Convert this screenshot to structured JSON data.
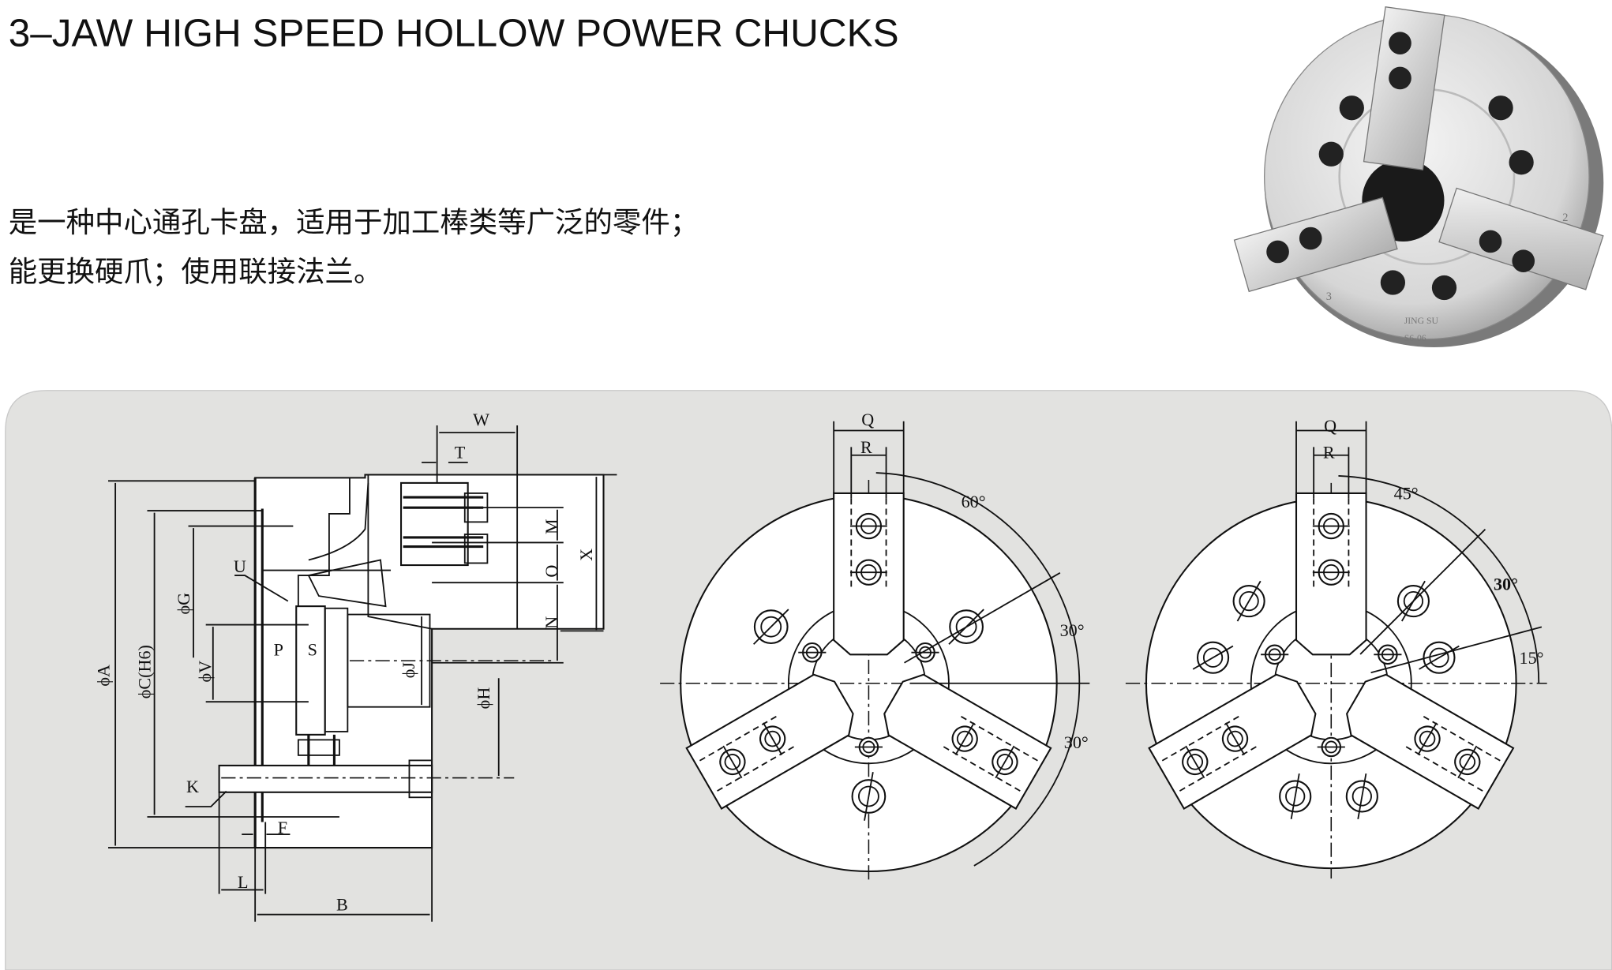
{
  "header": {
    "title": "3–JAW HIGH SPEED HOLLOW POWER CHUCKS",
    "description_lines": [
      "是一种中心通孔卡盘，适用于加工棒类等广泛的零件；",
      "能更换硬爪；使用联接法兰。"
    ]
  },
  "photo": {
    "lettering": [
      "JING SU",
      "S6-06",
      "2",
      "3"
    ]
  },
  "side_view": {
    "labels": {
      "W": "W",
      "T": "T",
      "U": "U",
      "G": "ϕG",
      "V": "ϕV",
      "P": "P",
      "S": "S",
      "J": "ϕJ",
      "A": "ϕA",
      "C": "ϕC(H6)",
      "H": "ϕH",
      "M": "M",
      "O": "O",
      "N": "N",
      "X": "X",
      "K": "K",
      "F": "F",
      "L": "L",
      "B": "B"
    }
  },
  "front_view_1": {
    "Q": "Q",
    "R": "R",
    "angle_top": "60°",
    "angle_mid": "30°",
    "angle_low": "30°"
  },
  "front_view_2": {
    "Q": "Q",
    "R": "R",
    "angle_top": "45°",
    "angle_mid": "30°",
    "angle_low": "15°"
  },
  "colors": {
    "panel": "#e2e2e0",
    "line": "#111111"
  }
}
